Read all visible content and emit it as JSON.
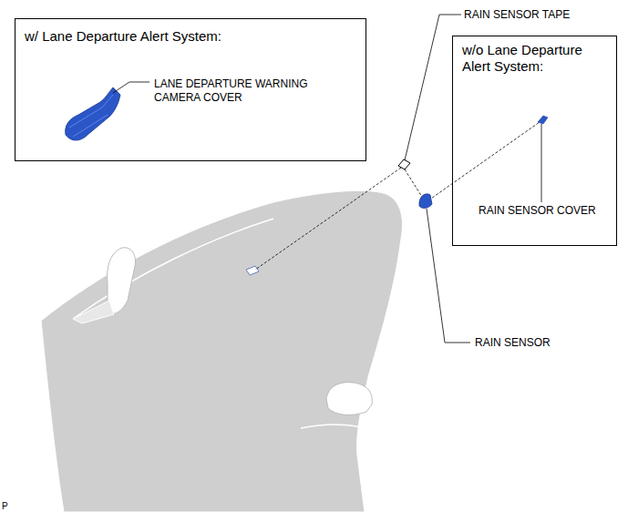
{
  "diagram": {
    "nodes": [
      {
        "text": [
          "w/ Lane Departure Alert System:",
          "LANE DEPARTURE WARNING CAMERA COVER"
        ]
      },
      {
        "text": [
          "w/o Lane Departure Alert System:",
          "RAIN SENSOR COVER"
        ]
      }
    ],
    "labels": [
      "RAIN SENSOR TAPE",
      "RAIN SENSOR",
      "P"
    ]
  }
}
